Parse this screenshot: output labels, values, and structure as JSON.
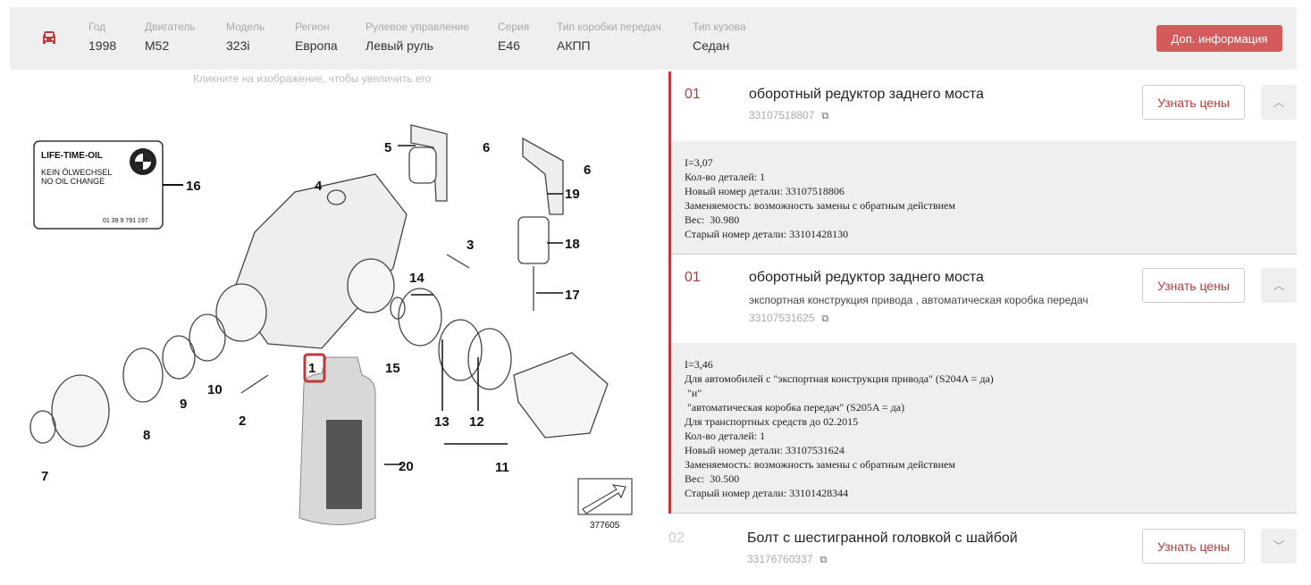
{
  "vehicle": {
    "fields": [
      {
        "label": "Год",
        "value": "1998"
      },
      {
        "label": "Двигатель",
        "value": "M52"
      },
      {
        "label": "Модель",
        "value": "323i"
      },
      {
        "label": "Регион",
        "value": "Европа"
      },
      {
        "label": "Рулевое управление",
        "value": "Левый руль"
      },
      {
        "label": "Серия",
        "value": "E46"
      },
      {
        "label": "Тип коробки передач",
        "value": "АКПП"
      },
      {
        "label": "Тип кузова",
        "value": "Седан"
      }
    ],
    "more_button": "Доп. информация"
  },
  "diagram": {
    "hint": "Кликните на изображение, чтобы увеличить его",
    "sticker": {
      "title": "LIFE-TIME-OIL",
      "line1": "KEIN ÖLWECHSEL",
      "line2": "NO OIL CHANGE",
      "code": "01 39 9 791 197",
      "logo": "BMW"
    },
    "callouts": [
      "5",
      "6",
      "6",
      "4",
      "16",
      "19",
      "3",
      "18",
      "14",
      "17",
      "1",
      "15",
      "10",
      "9",
      "2",
      "13",
      "12",
      "8",
      "11",
      "20",
      "7"
    ],
    "diagram_id": "377605"
  },
  "parts": [
    {
      "num": "01",
      "title": "оборотный редуктор заднего моста",
      "subtitle": "",
      "part_number": "33107518807",
      "button": "Узнать цены",
      "expanded": true,
      "details": "I=3,07\nКол-во деталей: 1\nНовый номер детали: 33107518806\nЗаменяемость: возможность замены с обратным действием\nВес:  30.980\nСтарый номер детали: 33101428130"
    },
    {
      "num": "01",
      "title": "оборотный редуктор заднего моста",
      "subtitle": "экспортная конструкция привода , автоматическая коробка передач",
      "part_number": "33107531625",
      "button": "Узнать цены",
      "expanded": true,
      "details": "I=3,46\nДля автомобилей с \"экспортная конструкция привода\" (S204A = да)\n \"и\"\n \"автоматическая коробка передач\" (S205A = да)\nДля транспортных средств до 02.2015\nКол-во деталей: 1\nНовый номер детали: 33107531624\nЗаменяемость: возможность замены с обратным действием\nВес:  30.500\nСтарый номер детали: 33101428344"
    },
    {
      "num": "02",
      "title": "Болт с шестигранной головкой с шайбой",
      "part_number": "33176760337",
      "button": "Узнать цены",
      "expanded": false
    }
  ],
  "colors": {
    "accent": "#c0393b",
    "button": "#d35b5b",
    "panel": "#efefef"
  }
}
